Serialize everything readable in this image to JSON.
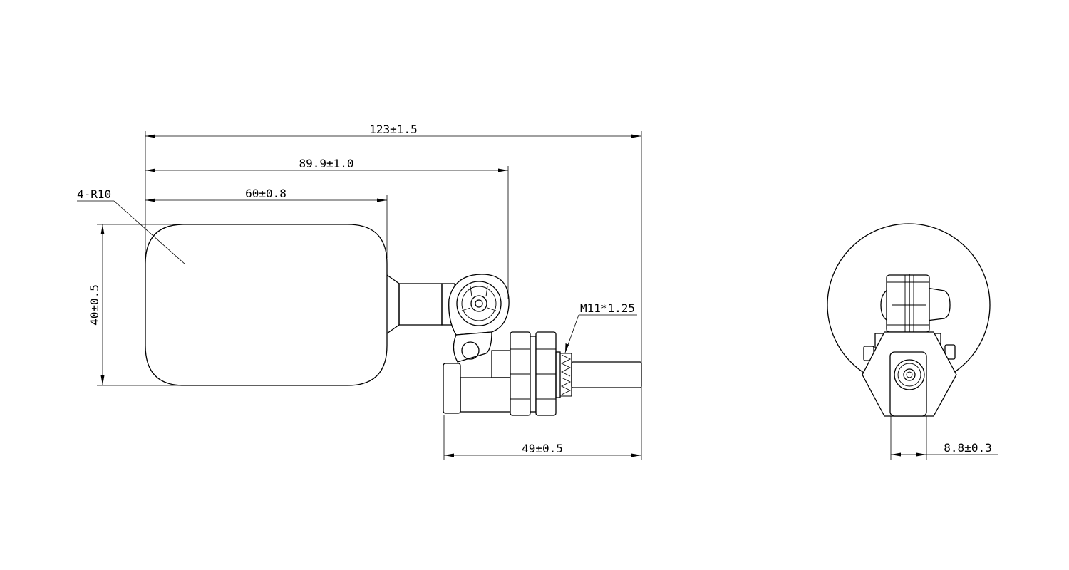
{
  "dimensions": {
    "overall_length": "123±1.5",
    "pivot_length": "89.9±1.0",
    "float_length": "60±0.8",
    "corner_radius": "4-R10",
    "float_height": "40±0.5",
    "thread": "M11*1.25",
    "stem_length": "49±0.5",
    "stem_width": "8.8±0.3"
  }
}
